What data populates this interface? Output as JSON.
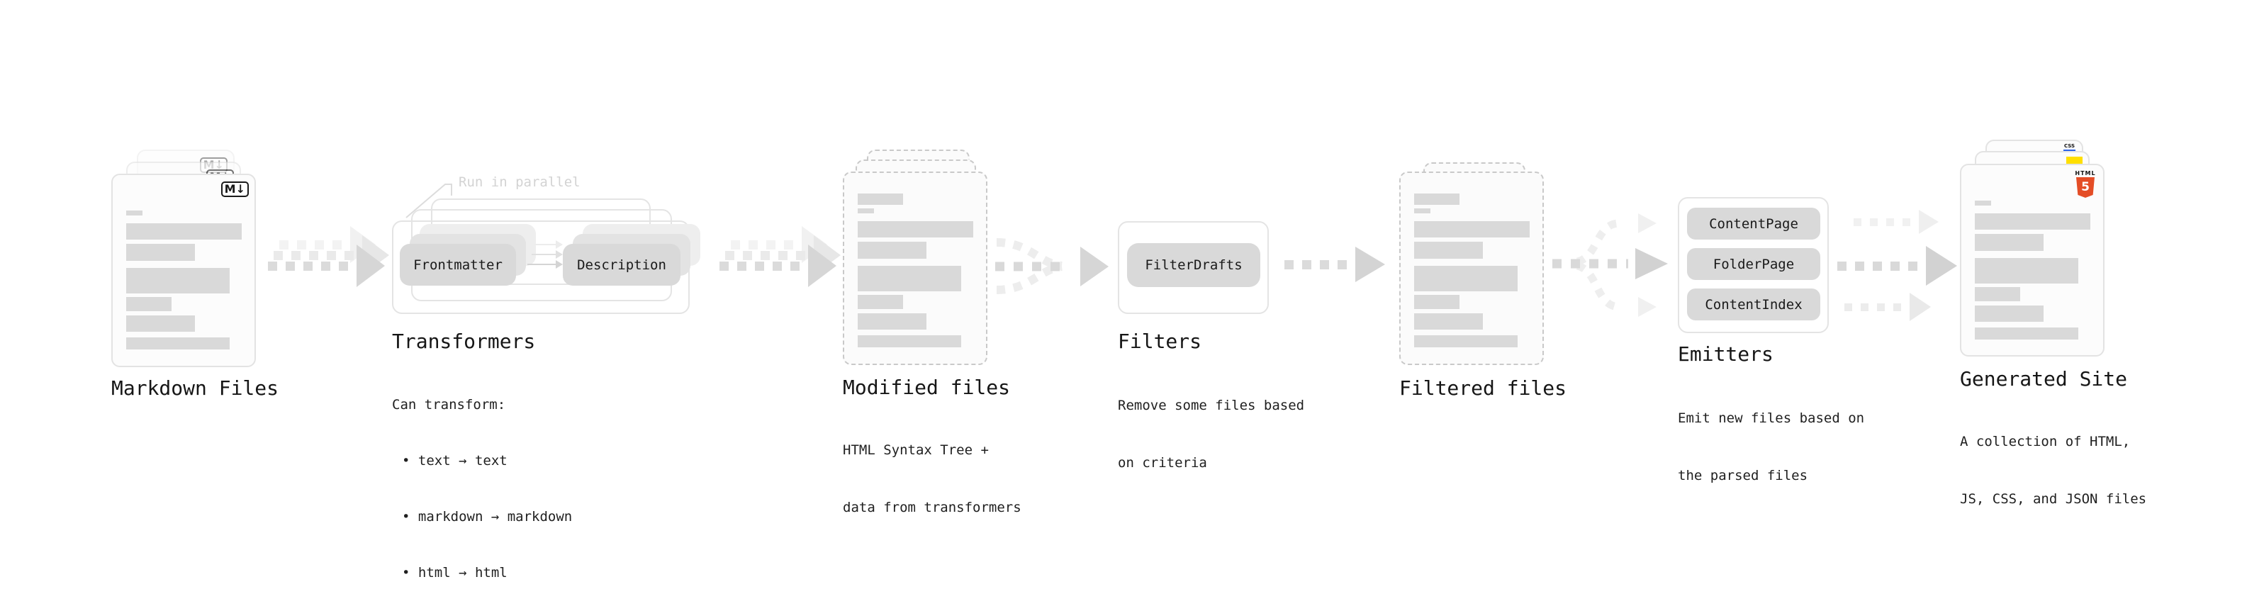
{
  "diagram": {
    "stages": {
      "markdown": {
        "label": "Markdown Files",
        "badge": "M↓"
      },
      "transformers": {
        "label": "Transformers",
        "annotation": "Run in parallel",
        "pills": {
          "frontmatter": "Frontmatter",
          "description": "Description"
        },
        "caption_heading": "Can transform:",
        "caption_items": [
          "• text → text",
          "• markdown → markdown",
          "• html → html"
        ]
      },
      "modified": {
        "label": "Modified files",
        "caption_lines": [
          "HTML Syntax Tree +",
          "data from transformers"
        ]
      },
      "filters": {
        "label": "Filters",
        "pill": "FilterDrafts",
        "caption_lines": [
          "Remove some files based",
          "on criteria"
        ]
      },
      "filtered": {
        "label": "Filtered files"
      },
      "emitters": {
        "label": "Emitters",
        "pills": [
          "ContentPage",
          "FolderPage",
          "ContentIndex"
        ],
        "caption_lines": [
          "Emit new files based on",
          "the parsed files"
        ]
      },
      "generated": {
        "label": "Generated Site",
        "badges": {
          "html_word": "HTML",
          "html_number": "5",
          "css": "CSS"
        },
        "caption_lines": [
          "A collection of HTML,",
          "JS, CSS, and JSON files"
        ]
      }
    },
    "colors": {
      "pill_bg": "#d9d9d9",
      "arrow_gray": "#d9d9d9",
      "annotation_gray": "#d3d3d3",
      "card_border": "#e3e3e3",
      "dashed_border": "#c9c9c9",
      "html5_orange": "#e44d26",
      "js_yellow": "#ffdf00",
      "css_blue": "#2b62e9",
      "badge_border": "#1a1a1a"
    }
  }
}
